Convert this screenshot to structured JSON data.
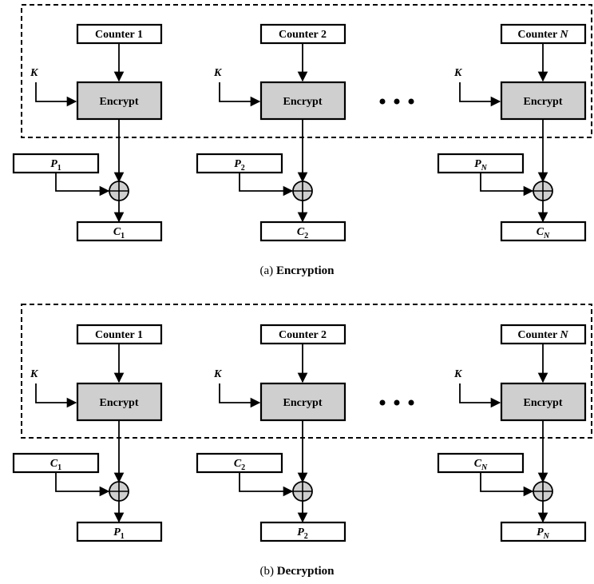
{
  "encryption": {
    "caption_letter": "(a)",
    "caption_text": "Encryption",
    "key_label": "K",
    "stages": [
      {
        "counter": "Counter 1",
        "counter_italic": "",
        "block": "Encrypt",
        "in_letter": "P",
        "in_sub": "1",
        "out_letter": "C",
        "out_sub": "1"
      },
      {
        "counter": "Counter 2",
        "counter_italic": "",
        "block": "Encrypt",
        "in_letter": "P",
        "in_sub": "2",
        "out_letter": "C",
        "out_sub": "2"
      },
      {
        "counter": "Counter ",
        "counter_italic": "N",
        "block": "Encrypt",
        "in_letter": "P",
        "in_sub": "N",
        "out_letter": "C",
        "out_sub": "N"
      }
    ]
  },
  "decryption": {
    "caption_letter": "(b)",
    "caption_text": "Decryption",
    "key_label": "K",
    "stages": [
      {
        "counter": "Counter 1",
        "counter_italic": "",
        "block": "Encrypt",
        "in_letter": "C",
        "in_sub": "1",
        "out_letter": "P",
        "out_sub": "1"
      },
      {
        "counter": "Counter 2",
        "counter_italic": "",
        "block": "Encrypt",
        "in_letter": "C",
        "in_sub": "2",
        "out_letter": "P",
        "out_sub": "2"
      },
      {
        "counter": "Counter ",
        "counter_italic": "N",
        "block": "Encrypt",
        "in_letter": "C",
        "in_sub": "N",
        "out_letter": "P",
        "out_sub": "N"
      }
    ]
  }
}
